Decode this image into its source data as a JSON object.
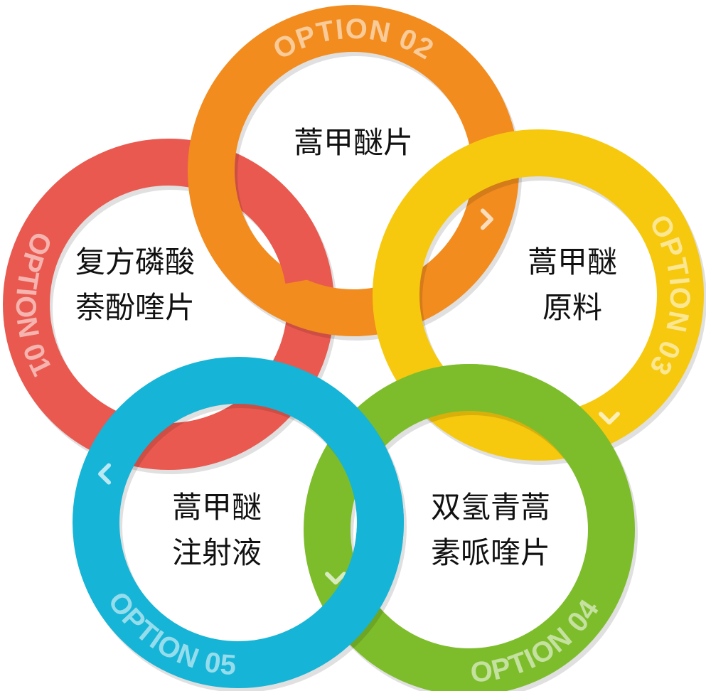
{
  "rings": [
    {
      "id": "01",
      "option": "OPTION 01",
      "color": "#e9594f",
      "lines": [
        "复方磷酸",
        "萘酚喹片"
      ]
    },
    {
      "id": "02",
      "option": "OPTION 02",
      "color": "#f28c1e",
      "lines": [
        "蒿甲醚片"
      ]
    },
    {
      "id": "03",
      "option": "OPTION 03",
      "color": "#f6c90e",
      "lines": [
        "蒿甲醚",
        "原料"
      ]
    },
    {
      "id": "04",
      "option": "OPTION 04",
      "color": "#7dbd2b",
      "lines": [
        "双氢青蒿",
        "素哌喹片"
      ]
    },
    {
      "id": "05",
      "option": "OPTION 05",
      "color": "#16b4d6",
      "lines": [
        "蒿甲醚",
        "注射液"
      ]
    }
  ]
}
